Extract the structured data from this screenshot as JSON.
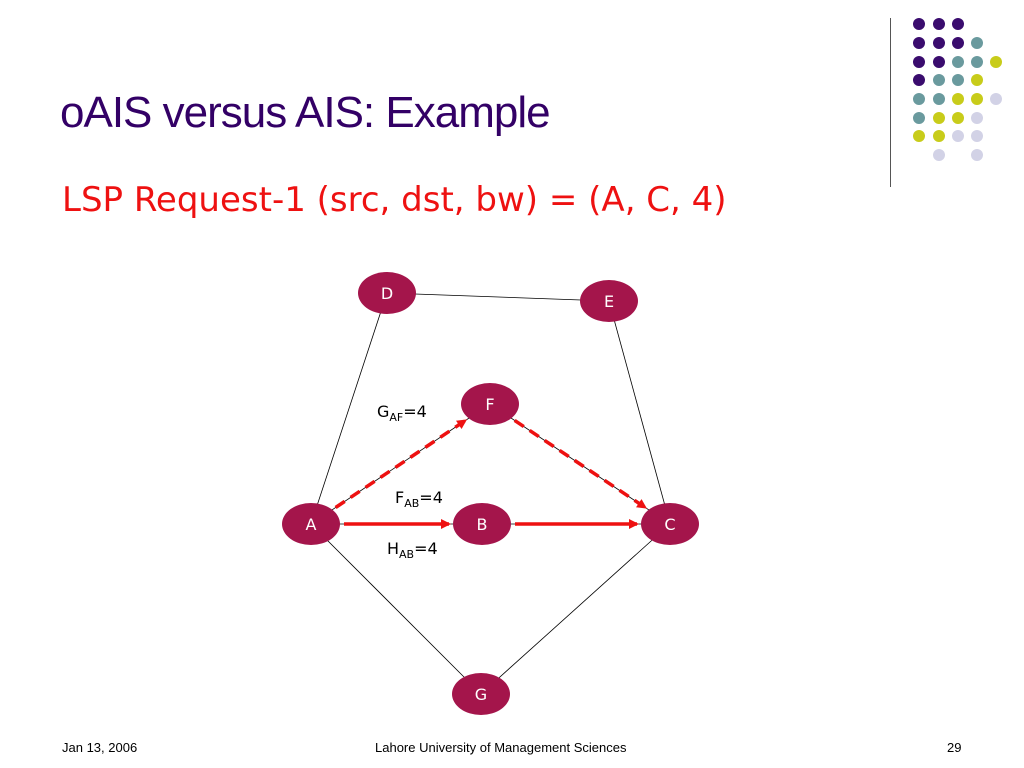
{
  "slide": {
    "title": "oAIS versus AIS: Example",
    "subtitle": "LSP Request-1 (src, dst, bw) = (A, C, 4)",
    "colors": {
      "title": "#330066",
      "subtitle": "#ee1111",
      "node_fill": "#a4154b",
      "path": "#ee1111",
      "deco_purple": "#3a0c6e",
      "deco_teal": "#6a9a9e",
      "deco_yellow": "#c8cc1a",
      "deco_lavender": "#d2d2e6"
    }
  },
  "diagram": {
    "nodes": [
      {
        "id": "D",
        "label": "D"
      },
      {
        "id": "E",
        "label": "E"
      },
      {
        "id": "F",
        "label": "F"
      },
      {
        "id": "A",
        "label": "A"
      },
      {
        "id": "B",
        "label": "B"
      },
      {
        "id": "C",
        "label": "C"
      },
      {
        "id": "G",
        "label": "G"
      }
    ],
    "links": [
      [
        "D",
        "E"
      ],
      [
        "D",
        "A"
      ],
      [
        "E",
        "C"
      ],
      [
        "A",
        "F"
      ],
      [
        "F",
        "C"
      ],
      [
        "A",
        "B"
      ],
      [
        "B",
        "C"
      ],
      [
        "A",
        "G"
      ],
      [
        "G",
        "C"
      ]
    ],
    "paths": [
      {
        "from": "A",
        "to": "F",
        "style": "dashed"
      },
      {
        "from": "F",
        "to": "C",
        "style": "dashed"
      },
      {
        "from": "A",
        "to": "B",
        "style": "solid"
      },
      {
        "from": "B",
        "to": "C",
        "style": "solid"
      }
    ],
    "labels": {
      "g_af": {
        "base": "G",
        "sub": "AF",
        "value": "=4"
      },
      "f_ab": {
        "base": "F",
        "sub": "AB",
        "value": "=4"
      },
      "h_ab": {
        "base": "H",
        "sub": "AB",
        "value": "=4"
      }
    }
  },
  "footer": {
    "date": "Jan 13, 2006",
    "org": "Lahore University of Management Sciences",
    "page": "29"
  }
}
